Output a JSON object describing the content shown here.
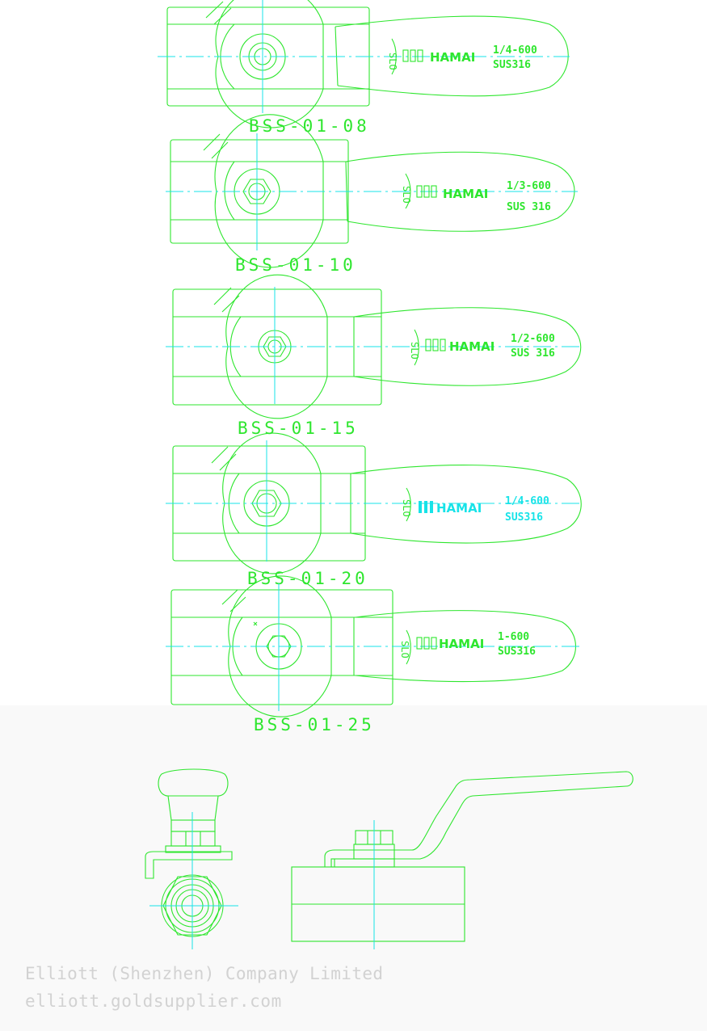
{
  "drawing": {
    "models": [
      {
        "id": "BSS-01-08",
        "size": "1/4-600",
        "material": "SUS316",
        "brand": "HAMAI",
        "handle_mark": "SLO"
      },
      {
        "id": "BSS-01-10",
        "size": "1/3-600",
        "material": "SUS 316",
        "brand": "HAMAI",
        "handle_mark": "SLO"
      },
      {
        "id": "BSS-01-15",
        "size": "1/2-600",
        "material": "SUS 316",
        "brand": "HAMAI",
        "handle_mark": "SLO"
      },
      {
        "id": "BSS-01-20",
        "size": "1/4-600",
        "material": "SUS316",
        "brand": "HAMAI",
        "handle_mark": "SLO"
      },
      {
        "id": "BSS-01-25",
        "size": "1-600",
        "material": "SUS316",
        "brand": "HAMAI",
        "handle_mark": "SLO"
      }
    ],
    "colors": {
      "outline": "#2ee62e",
      "centerline": "#17e3e8",
      "watermark": "#d2d2d2"
    },
    "views": [
      "top-view-list",
      "end-view",
      "side-view"
    ]
  },
  "watermark": {
    "company": "Elliott (Shenzhen) Company Limited",
    "website": "elliott.goldsupplier.com"
  }
}
